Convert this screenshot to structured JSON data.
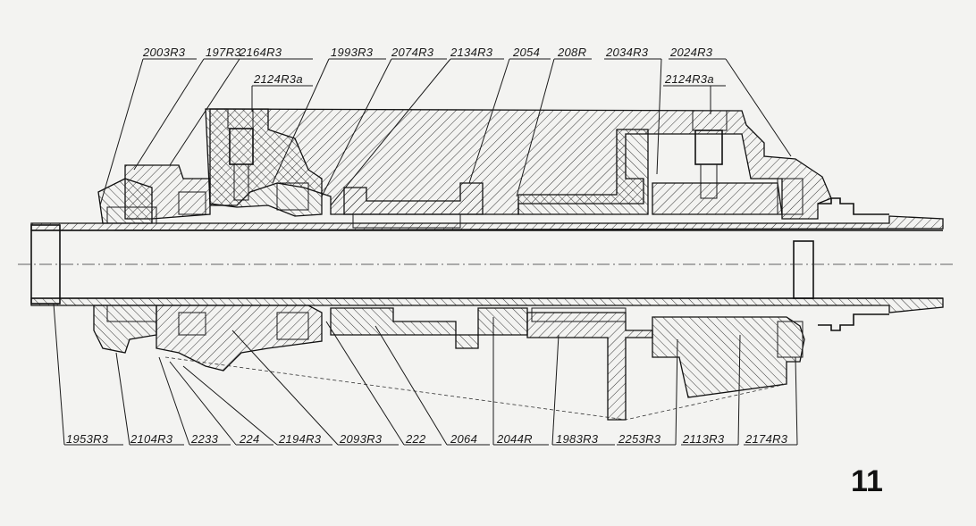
{
  "page_number": "11",
  "top_labels": [
    "2003R3",
    "197R3",
    "2164R3",
    "1993R3",
    "2074R3",
    "2134R3",
    "2054",
    "208R",
    "2034R3",
    "2024R3"
  ],
  "sub_labels": [
    "2124R3a",
    "2124R3a"
  ],
  "bottom_labels": [
    "1953R3",
    "2104R3",
    "2233",
    "224",
    "2194R3",
    "2093R3",
    "222",
    "2064",
    "2044R",
    "1983R3",
    "2253R3",
    "2113R3",
    "2174R3"
  ]
}
